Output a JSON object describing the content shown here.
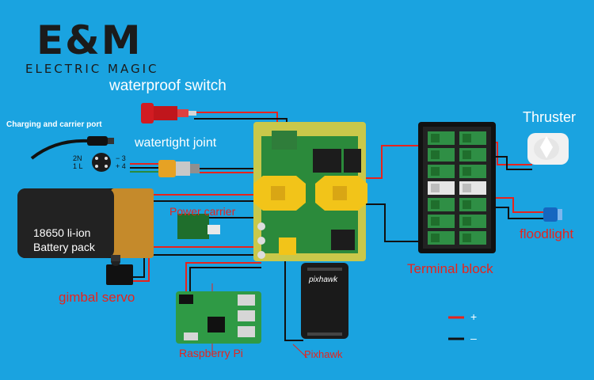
{
  "brand": {
    "logo_text": "E&M",
    "logo_subtitle": "ELECTRIC MAGIC"
  },
  "labels": {
    "waterproof_switch": "waterproof switch",
    "charging_port": "Charging and carrier port",
    "watertight_joint": "watertight joint",
    "thruster": "Thruster",
    "power_carrier": "Power carrier",
    "battery_line1": "18650 li-ion",
    "battery_line2": "Battery pack",
    "floodlight": "floodlight",
    "terminal_block": "Terminal block",
    "gimbal_servo": "gimbal servo",
    "raspberry_pi": "Raspberry Pi",
    "pixhawk": "Pixhawk",
    "pixhawk_board": "pixhawk"
  },
  "connector_pins": {
    "top_left": "2N",
    "bottom_left": "1 L",
    "top_right": "− 3",
    "bottom_right": "+ 4"
  },
  "legend": [
    {
      "symbol": "+",
      "color": "#e8231c"
    },
    {
      "symbol": "–",
      "color": "#111111"
    }
  ]
}
